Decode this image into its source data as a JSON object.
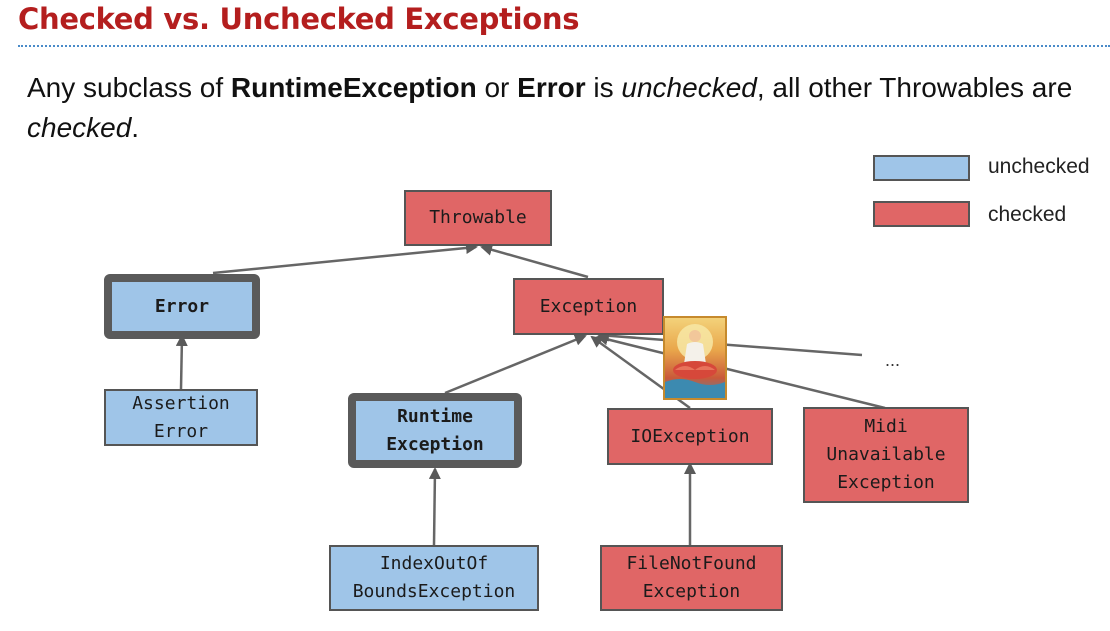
{
  "slide": {
    "title": "Checked vs. Unchecked Exceptions",
    "intro": {
      "t1": "Any subclass of ",
      "b1": "RuntimeException",
      "t2": " or ",
      "b2": "Error",
      "t3": " is ",
      "i1": "unchecked",
      "t4": ", all other Throwables are ",
      "i2": "checked",
      "t5": "."
    }
  },
  "legend": {
    "unchecked_label": "unchecked",
    "checked_label": "checked",
    "unchecked_color": "#9fc5e8",
    "checked_color": "#e06666"
  },
  "nodes": {
    "throwable": "Throwable",
    "error": "Error",
    "exception": "Exception",
    "assertion_error": "Assertion\nError",
    "runtime_exception": "Runtime\nException",
    "ioexception": "IOException",
    "midi_unavailable": "Midi\nUnavailable\nException",
    "index_out_of_bounds": "IndexOutOf\nBoundsException",
    "file_not_found": "FileNotFound\nException",
    "ellipsis": "..."
  },
  "relations": [
    {
      "child": "Error",
      "parent": "Throwable"
    },
    {
      "child": "Exception",
      "parent": "Throwable"
    },
    {
      "child": "AssertionError",
      "parent": "Error"
    },
    {
      "child": "RuntimeException",
      "parent": "Exception"
    },
    {
      "child": "IOException",
      "parent": "Exception"
    },
    {
      "child": "MidiUnavailableException",
      "parent": "Exception"
    },
    {
      "child": "...",
      "parent": "Exception"
    },
    {
      "child": "IndexOutOfBoundsException",
      "parent": "RuntimeException"
    },
    {
      "child": "FileNotFoundException",
      "parent": "IOException"
    }
  ]
}
